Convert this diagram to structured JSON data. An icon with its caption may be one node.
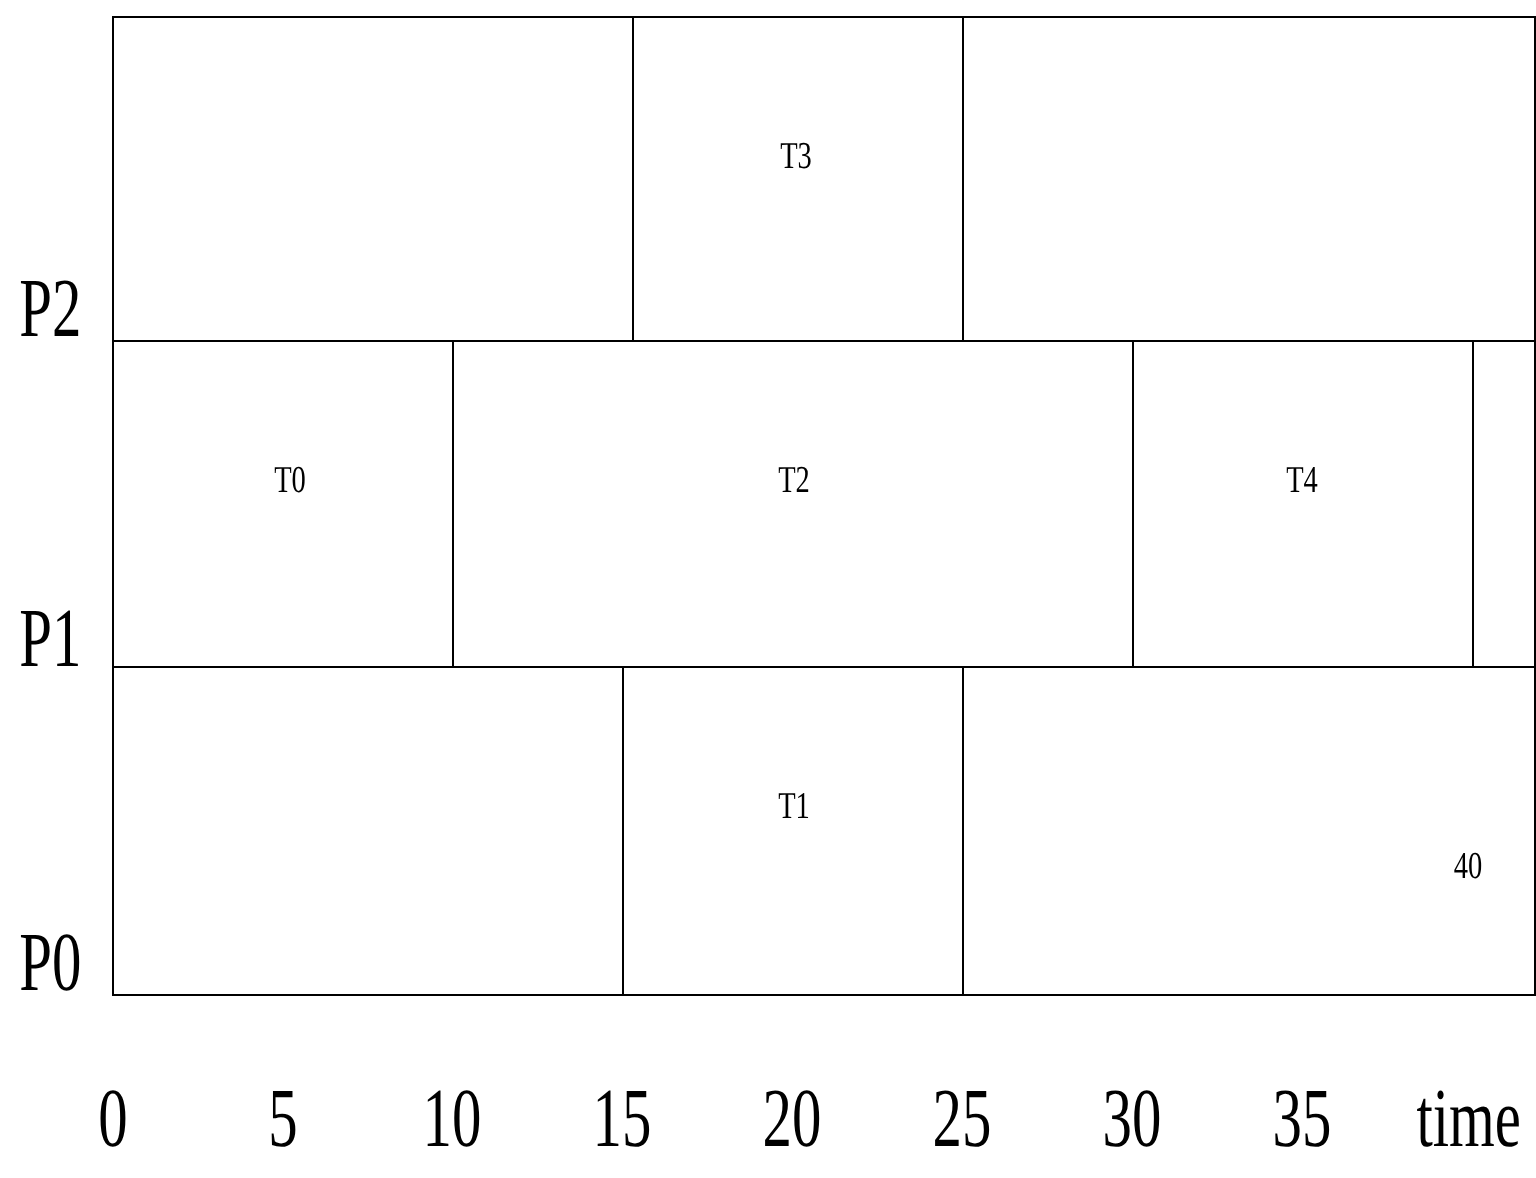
{
  "diagram": {
    "nodes": [
      {
        "text": [],
        "shape": "box"
      },
      {
        "text": [
          "T3"
        ]
      },
      {
        "text": [],
        "shape": "box"
      },
      {
        "text": [
          "T0"
        ]
      },
      {
        "text": [
          "T2"
        ]
      },
      {
        "text": [
          "T4"
        ]
      },
      {
        "text": [],
        "shape": "box"
      },
      {
        "text": [],
        "shape": "box"
      },
      {
        "text": [
          "T1"
        ]
      },
      {
        "text": [
          "40"
        ]
      }
    ],
    "edges": [],
    "labels": [
      "P2",
      "P1",
      "P0",
      "0",
      "5",
      "10",
      "15",
      "20",
      "25",
      "30",
      "35",
      "time"
    ]
  }
}
